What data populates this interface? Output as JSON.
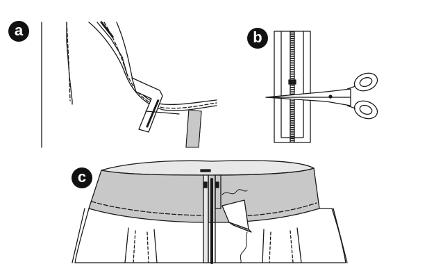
{
  "labels": {
    "panel_a": "a",
    "panel_b": "b",
    "panel_c": "c"
  },
  "colors": {
    "line": "#1a1a1a",
    "fabric_fill": "#c8c8c8",
    "facing_fill": "#e8e8e8",
    "background": "#ffffff",
    "badge": "#111111",
    "badge_text": "#ffffff"
  }
}
